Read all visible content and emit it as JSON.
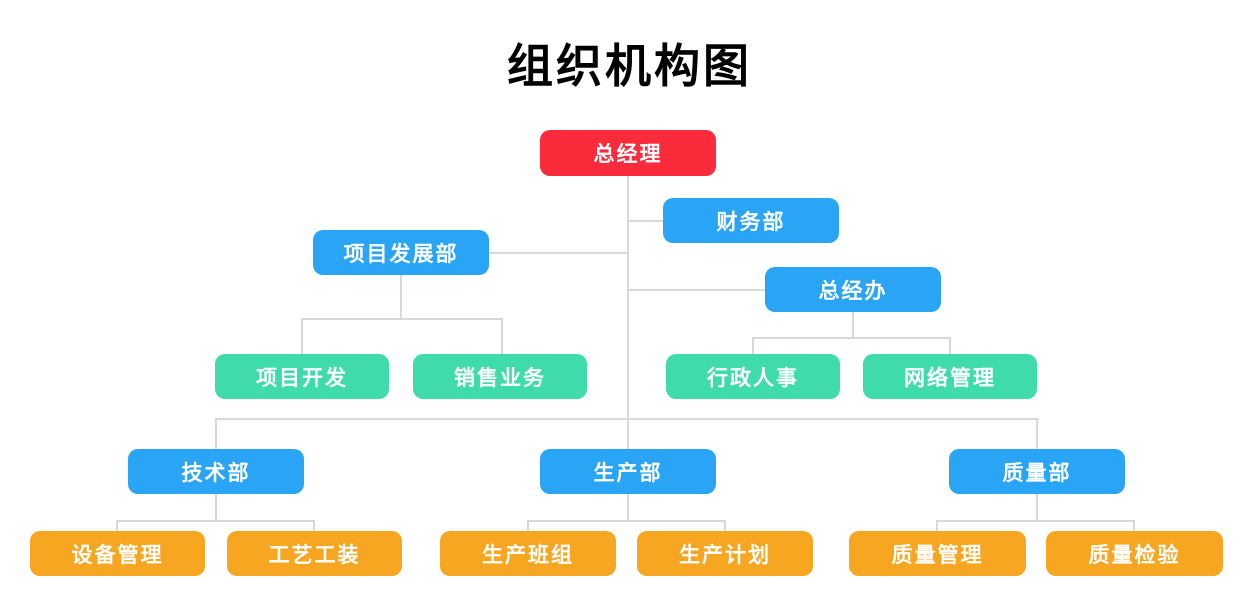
{
  "title": "组织机构图",
  "colors": {
    "title_text": "#000000",
    "node_text": "#ffffff",
    "root_node": "#fa2b3a",
    "dept_node": "#2aa4f4",
    "sub_node": "#40dbaa",
    "leaf_node": "#f7a622",
    "connector": "#d8d8d8"
  },
  "nodes": {
    "ceo": {
      "label": "总经理",
      "level": "root"
    },
    "finance": {
      "label": "财务部",
      "level": "department"
    },
    "project_dev_dept": {
      "label": "项目发展部",
      "level": "department"
    },
    "gm_office": {
      "label": "总经办",
      "level": "department"
    },
    "project_dev": {
      "label": "项目开发",
      "level": "sub"
    },
    "sales": {
      "label": "销售业务",
      "level": "sub"
    },
    "admin_hr": {
      "label": "行政人事",
      "level": "sub"
    },
    "network_mgmt": {
      "label": "网络管理",
      "level": "sub"
    },
    "tech_dept": {
      "label": "技术部",
      "level": "department"
    },
    "production_dept": {
      "label": "生产部",
      "level": "department"
    },
    "quality_dept": {
      "label": "质量部",
      "level": "department"
    },
    "equipment_mgmt": {
      "label": "设备管理",
      "level": "leaf"
    },
    "process_tooling": {
      "label": "工艺工装",
      "level": "leaf"
    },
    "production_team": {
      "label": "生产班组",
      "level": "leaf"
    },
    "production_plan": {
      "label": "生产计划",
      "level": "leaf"
    },
    "quality_mgmt": {
      "label": "质量管理",
      "level": "leaf"
    },
    "quality_inspection": {
      "label": "质量检验",
      "level": "leaf"
    }
  },
  "edges": [
    [
      "ceo",
      "finance"
    ],
    [
      "ceo",
      "project_dev_dept"
    ],
    [
      "ceo",
      "gm_office"
    ],
    [
      "project_dev_dept",
      "project_dev"
    ],
    [
      "project_dev_dept",
      "sales"
    ],
    [
      "gm_office",
      "admin_hr"
    ],
    [
      "gm_office",
      "network_mgmt"
    ],
    [
      "ceo",
      "tech_dept"
    ],
    [
      "ceo",
      "production_dept"
    ],
    [
      "ceo",
      "quality_dept"
    ],
    [
      "tech_dept",
      "equipment_mgmt"
    ],
    [
      "tech_dept",
      "process_tooling"
    ],
    [
      "production_dept",
      "production_team"
    ],
    [
      "production_dept",
      "production_plan"
    ],
    [
      "quality_dept",
      "quality_mgmt"
    ],
    [
      "quality_dept",
      "quality_inspection"
    ]
  ]
}
